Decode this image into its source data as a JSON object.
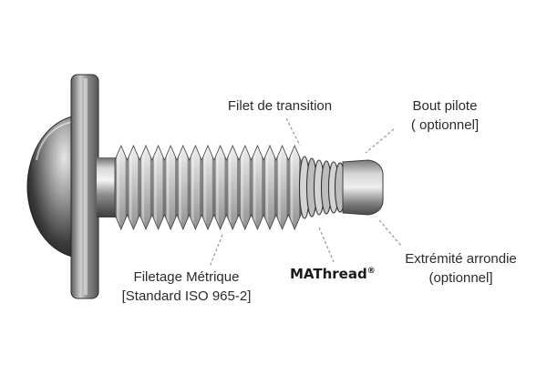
{
  "labels": {
    "transition_thread": "Filet de transition",
    "pilot_tip_line1": "Bout pilote",
    "pilot_tip_line2": "( optionnel]",
    "rounded_end_line1": "Extrémité arrondie",
    "rounded_end_line2": "(optionnel]",
    "metric_thread_line1": "Filetage Métrique",
    "metric_thread_line2": "[Standard ISO 965-2]",
    "brand_name": "MAThread",
    "brand_mark": "®"
  },
  "colors": {
    "leader": "#9a9a9a",
    "label_text": "#2b2b2b",
    "metal_dark": "#3a3a3a",
    "metal_light": "#d8d8d8"
  }
}
